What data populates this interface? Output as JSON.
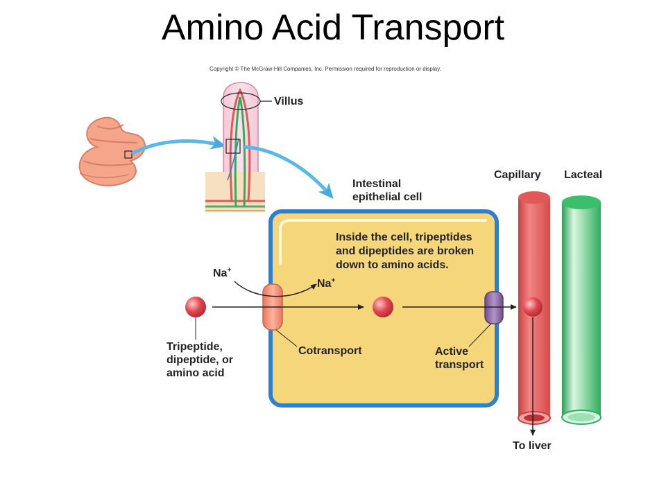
{
  "title": "Amino Acid Transport",
  "copyright": "Copyright © The McGraw-Hill Companies, Inc. Permission required for reproduction or display.",
  "labels": {
    "villus": "Villus",
    "intestinal_cell": [
      "Intestinal",
      "epithelial cell"
    ],
    "capillary": "Capillary",
    "lacteal": "Lacteal",
    "inside_note": [
      "Inside the cell, tripeptides",
      "and dipeptides are broken",
      "down to amino acids."
    ],
    "na_outside": "Na",
    "na_inside": "Na",
    "na_charge": "+",
    "tripeptide": [
      "Tripeptide,",
      "dipeptide, or",
      "amino acid"
    ],
    "cotransport": "Cotransport",
    "active_transport": [
      "Active",
      "transport"
    ],
    "to_liver": "To liver"
  },
  "colors": {
    "cell_fill": "#f5d67a",
    "cell_border": "#2f7fcf",
    "capillary": "#e86060",
    "lacteal": "#3cbf6a",
    "cotransporter": "#f4937a",
    "active_transporter": "#8e6aa8",
    "molecule": "#e0464e",
    "arrow_blue": "#5ab8e8",
    "intestine": "#f5a58a"
  }
}
